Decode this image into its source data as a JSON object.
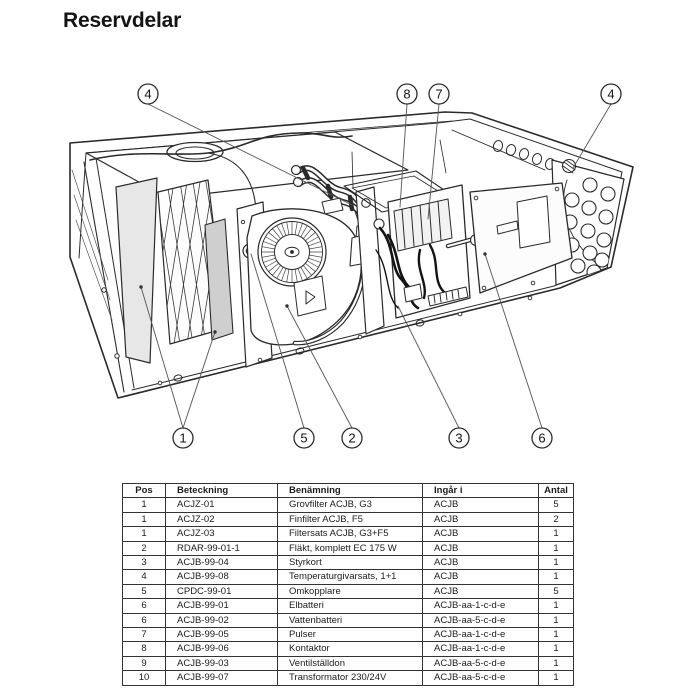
{
  "page_title": "Reservdelar",
  "colors": {
    "background": "#ffffff",
    "line": "#2a2a2a",
    "text": "#1a1a1a",
    "filter_fill": "#e7e7e7"
  },
  "diagram": {
    "description": "exploded-view line drawing of air handling unit with numbered callouts",
    "callouts": [
      {
        "id": "top-left-4",
        "label": "4"
      },
      {
        "id": "top-8",
        "label": "8"
      },
      {
        "id": "top-7",
        "label": "7"
      },
      {
        "id": "top-right-4",
        "label": "4"
      },
      {
        "id": "bottom-1",
        "label": "1"
      },
      {
        "id": "bottom-5",
        "label": "5"
      },
      {
        "id": "bottom-2",
        "label": "2"
      },
      {
        "id": "bottom-3",
        "label": "3"
      },
      {
        "id": "bottom-6",
        "label": "6"
      }
    ]
  },
  "table": {
    "headers": [
      "Pos",
      "Beteckning",
      "Benämning",
      "Ingår i",
      "Antal"
    ],
    "rows": [
      [
        "1",
        "ACJZ-01",
        "Grovfilter ACJB, G3",
        "ACJB",
        "5"
      ],
      [
        "1",
        "ACJZ-02",
        "Finfilter ACJB, F5",
        "ACJB",
        "2"
      ],
      [
        "1",
        "ACJZ-03",
        "Filtersats ACJB, G3+F5",
        "ACJB",
        "1"
      ],
      [
        "2",
        "RDAR-99-01-1",
        "Fläkt, komplett EC 175 W",
        "ACJB",
        "1"
      ],
      [
        "3",
        "ACJB-99-04",
        "Styrkort",
        "ACJB",
        "1"
      ],
      [
        "4",
        "ACJB-99-08",
        "Temperaturgivarsats, 1+1",
        "ACJB",
        "1"
      ],
      [
        "5",
        "CPDC-99-01",
        "Omkopplare",
        "ACJB",
        "5"
      ],
      [
        "6",
        "ACJB-99-01",
        "Elbatteri",
        "ACJB-aa-1-c-d-e",
        "1"
      ],
      [
        "6",
        "ACJB-99-02",
        "Vattenbatteri",
        "ACJB-aa-5-c-d-e",
        "1"
      ],
      [
        "7",
        "ACJB-99-05",
        "Pulser",
        "ACJB-aa-1-c-d-e",
        "1"
      ],
      [
        "8",
        "ACJB-99-06",
        "Kontaktor",
        "ACJB-aa-1-c-d-e",
        "1"
      ],
      [
        "9",
        "ACJB-99-03",
        "Ventilställdon",
        "ACJB-aa-5-c-d-e",
        "1"
      ],
      [
        "10",
        "ACJB-99-07",
        "Transformator 230/24V",
        "ACJB-aa-5-c-d-e",
        "1"
      ]
    ]
  }
}
